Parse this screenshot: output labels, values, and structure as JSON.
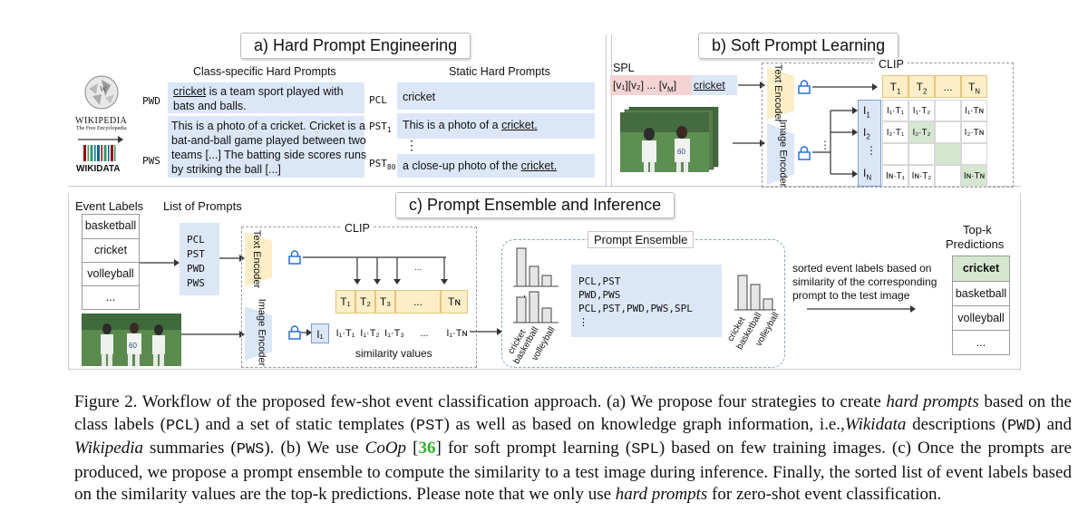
{
  "panel_a": {
    "title": "a) Hard Prompt Engineering",
    "class_specific_header": "Class-specific Hard Prompts",
    "static_header": "Static Hard Prompts",
    "pwd_label": "PWD",
    "pwd_text_1": "cricket",
    "pwd_text_2": " is a team sport played with",
    "pwd_text_3": "bats and balls.",
    "pws_label": "PWS",
    "pws_lines": [
      "This is a photo of a cricket. Cricket is a",
      "bat-and-ball game played between two",
      "teams [...] The batting side scores runs",
      "by striking the ball [...]"
    ],
    "pcl_label": "PCL",
    "pcl_text": "cricket",
    "pst1_label": "PST",
    "pst1_sub": "1",
    "pst1_text_a": "This is a photo of a ",
    "pst1_text_b": "cricket.",
    "dots": "⋮",
    "pst80_label": "PST",
    "pst80_sub": "80",
    "pst80_text_a": "a close-up photo of the ",
    "pst80_text_b": "cricket.",
    "wikipedia_name": "WIKIPEDIA",
    "wikipedia_tagline": "The Free Encyclopedia",
    "wikidata_name": "WIKIDATA"
  },
  "panel_b": {
    "title": "b) Soft Prompt Learning",
    "spl_label": "SPL",
    "v_tokens": "[v₁][v₂] ... [v",
    "v_sub": "M",
    "v_close": "]",
    "cricket": "cricket",
    "clip_label": "CLIP",
    "text_encoder": "Text Encoder",
    "image_encoder": "Image Encoder",
    "t_headers": [
      "T",
      "T",
      "...",
      "T"
    ],
    "t_subs": [
      "1",
      "2",
      "",
      "N"
    ],
    "i_labels": [
      "I",
      "I",
      "⋮",
      "I"
    ],
    "i_subs": [
      "1",
      "2",
      "",
      "N"
    ],
    "grid": [
      [
        "I₁·T₁",
        "I₁·T₂",
        "",
        "I₁·Tɴ"
      ],
      [
        "I₂·T₁",
        "I₂·T₂",
        "",
        "I₂·Tɴ"
      ],
      [
        "",
        "",
        "",
        ""
      ],
      [
        "Iɴ·T₁",
        "Iɴ·T₂",
        "",
        "Iɴ·Tɴ"
      ]
    ]
  },
  "panel_c": {
    "title": "c) Prompt Ensemble and Inference",
    "event_labels_header": "Event Labels",
    "list_of_prompts_header": "List of Prompts",
    "event_labels": [
      "basketball",
      "cricket",
      "volleyball",
      "..."
    ],
    "prompt_types": [
      "PCL",
      "PST",
      "PWD",
      "PWS"
    ],
    "clip_label": "CLIP",
    "text_encoder": "Text Encoder",
    "image_encoder": "Image Encoder",
    "t_cells": [
      "T₁",
      "T₂",
      "T₃",
      "...",
      "Tɴ"
    ],
    "i1": "I₁",
    "sim_cells": [
      "I₁·T₁",
      "I₁·T₂",
      "I₁·T₃",
      "...",
      "I₁·Tɴ"
    ],
    "similarity_values": "similarity values",
    "ensemble_title": "Prompt Ensemble",
    "ensemble_lines": [
      "PCL,PST",
      "PWD,PWS",
      "PCL,PST,PWD,PWS,SPL",
      "⋮"
    ],
    "bar_labels": [
      "cricket",
      "basketball",
      "volleyball"
    ],
    "sorted_text": [
      "sorted event labels based on",
      "similarity of the corresponding",
      "prompt to the test image"
    ],
    "topk_title_1": "Top-k",
    "topk_title_2": "Predictions",
    "topk_items": [
      "cricket",
      "basketball",
      "volleyball",
      "..."
    ]
  },
  "caption": {
    "p1": "Figure 2. Workflow of the proposed few-shot event classification approach. (a) We propose four strategies to create ",
    "hard_prompts": "hard prompts",
    "p2": " based on the class labels (",
    "pcl": "PCL",
    "p3": ") and a set of static templates (",
    "pst": "PST",
    "p4": ") as well as based on knowledge graph information, i.e.,",
    "wikidata": "Wikidata",
    "p5": " descriptions (",
    "pwd": "PWD",
    "p6": ") and ",
    "wikipedia": "Wikipedia",
    "p7": " summaries (",
    "pws": "PWS",
    "p8": "). (b) We use ",
    "coop": "CoOp",
    "p9a": " [",
    "ref": "36",
    "p9b": "] for soft prompt learning (",
    "spl": "SPL",
    "p10": ") based on few training images. (c) Once the prompts are produced, we propose a prompt ensemble to compute the similarity to a test image during inference. Finally, the sorted list of event labels based on the similarity values are the top-k predictions. Please note that we only use ",
    "hard_prompts2": "hard prompts",
    "p11": " for zero-shot event classification."
  },
  "colors": {
    "prompt_blue": "#dbe6f7",
    "token_yellow": "#fdeec7",
    "diag_green": "#d6e7d0",
    "soft_red": "#f3d3d3",
    "ref_green": "#2db52d"
  }
}
